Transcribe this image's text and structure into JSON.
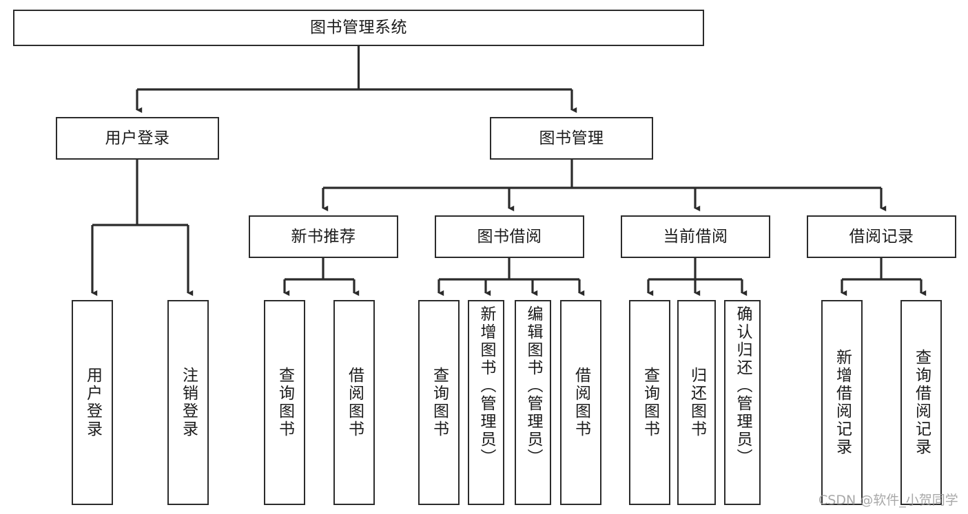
{
  "diagram": {
    "title": "图书管理系统",
    "type": "tree",
    "watermark": "CSDN @软件_小贺同学",
    "nodes": {
      "root": {
        "label": "图书管理系统"
      },
      "level2": [
        {
          "id": "user-login",
          "label": "用户登录"
        },
        {
          "id": "book-manage",
          "label": "图书管理"
        }
      ],
      "level3": [
        {
          "id": "new-book-rec",
          "label": "新书推荐"
        },
        {
          "id": "book-borrow",
          "label": "图书借阅"
        },
        {
          "id": "current-borrow",
          "label": "当前借阅"
        },
        {
          "id": "borrow-record",
          "label": "借阅记录"
        }
      ],
      "leaves": {
        "user_login": [
          {
            "id": "leaf-user-login",
            "label": "用户登录"
          },
          {
            "id": "leaf-user-logout",
            "label": "注销登录"
          }
        ],
        "new_book_rec": [
          {
            "id": "leaf-query-book-1",
            "label": "查询图书"
          },
          {
            "id": "leaf-borrow-book-1",
            "label": "借阅图书"
          }
        ],
        "book_borrow": [
          {
            "id": "leaf-query-book-2",
            "label": "查询图书"
          },
          {
            "id": "leaf-add-book",
            "label": "新增图书（管理员）"
          },
          {
            "id": "leaf-edit-book",
            "label": "编辑图书（管理员）"
          },
          {
            "id": "leaf-borrow-book-2",
            "label": "借阅图书"
          }
        ],
        "current_borrow": [
          {
            "id": "leaf-query-book-3",
            "label": "查询图书"
          },
          {
            "id": "leaf-return-book",
            "label": "归还图书"
          },
          {
            "id": "leaf-confirm-return",
            "label": "确认归还（管理员）"
          }
        ],
        "borrow_record": [
          {
            "id": "leaf-add-record",
            "label": "新增借阅记录"
          },
          {
            "id": "leaf-query-record",
            "label": "查询借阅记录"
          }
        ]
      }
    },
    "colors": {
      "stroke": "#2b2b2b",
      "fill": "#ffffff",
      "text": "#1b1b1b",
      "watermark": "#9a9a9a"
    }
  }
}
